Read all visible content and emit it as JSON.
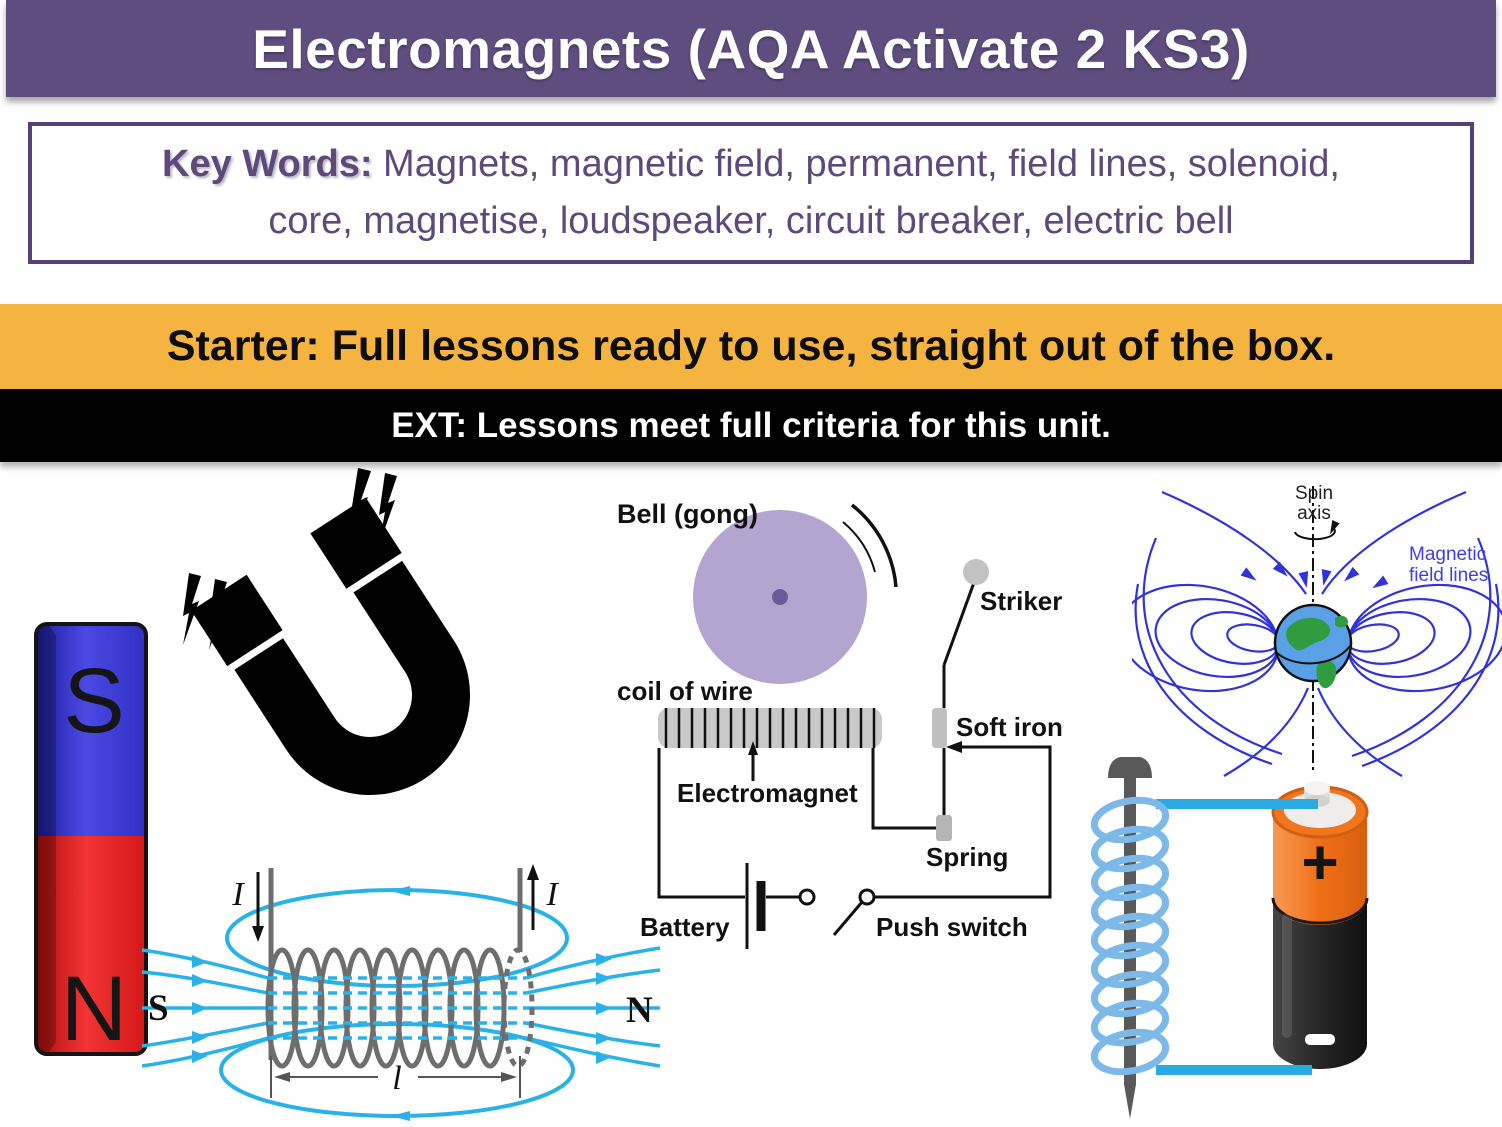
{
  "slide": {
    "title": "Electromagnets (AQA Activate 2 KS3)",
    "key_words": {
      "label": "Key Words:",
      "line1_rest": " Magnets, magnetic field, permanent, field lines, solenoid,",
      "line2": "core, magnetise, loudspeaker, circuit breaker, electric bell"
    },
    "starter": "Starter: Full lessons ready to use, straight out of the box.",
    "ext": "EXT: Lessons meet full criteria for this unit."
  },
  "figures": {
    "bar_magnet": {
      "south_label": "S",
      "north_label": "N"
    },
    "bell_circuit": {
      "bell_label": "Bell (gong)",
      "coil_label": "coil of wire",
      "electromagnet_label": "Electromagnet",
      "striker_label": "Striker",
      "soft_iron_label": "Soft iron",
      "spring_label": "Spring",
      "battery_label": "Battery",
      "push_switch_label": "Push switch"
    },
    "earth_field": {
      "spin_line1": "Spin",
      "spin_line2": "axis",
      "magnetic_line1": "Magnetic",
      "magnetic_line2": "field lines"
    },
    "solenoid": {
      "current_left": "I",
      "current_right": "I",
      "south_label": "S",
      "north_label": "N",
      "length_label": "l"
    },
    "nail_battery": {
      "plus_label": "+"
    }
  },
  "colors": {
    "banner_purple": "#5e4d7e",
    "keyword_purple": "#5d4a7a",
    "starter_yellow": "#f5b43f",
    "bell_purple": "#b3a4d0",
    "earth_field_blue": "#3232d9",
    "solenoid_cyan": "#2ab2e8",
    "wire_cyan": "#29abe2",
    "battery_orange": "#f0751d"
  }
}
